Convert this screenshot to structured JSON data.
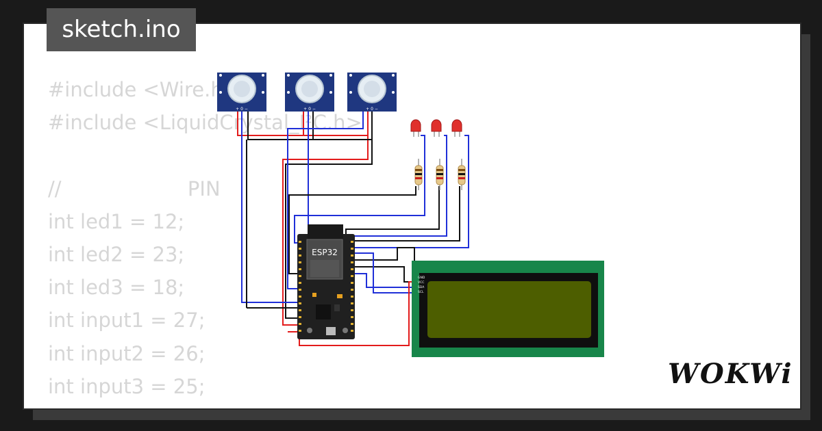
{
  "title": "sketch.ino",
  "code_lines": [
    "#include <Wire.h>",
    "#include <LiquidCrystal_I²C.h>",
    "",
    "//                    PIN",
    "int led1 = 12;",
    "int led2 = 23;",
    "int led3 = 18;",
    "int input1 = 27;",
    "int input2 = 26;",
    "int input3 = 25;"
  ],
  "board": {
    "label": "ESP32"
  },
  "pir_sensors": [
    {
      "pins": "+ 0 −"
    },
    {
      "pins": "+ 0 −"
    },
    {
      "pins": "+ 0 −"
    }
  ],
  "lcd": {
    "pins": [
      "GND",
      "VCC",
      "SDA",
      "SCL"
    ]
  },
  "brand": "WOKWi",
  "colors": {
    "wire_red": "#e31b1b",
    "wire_blue": "#1f2fd8",
    "wire_black": "#111111",
    "lcd_border": "#18864a",
    "lcd_screen": "#4d5e00"
  }
}
